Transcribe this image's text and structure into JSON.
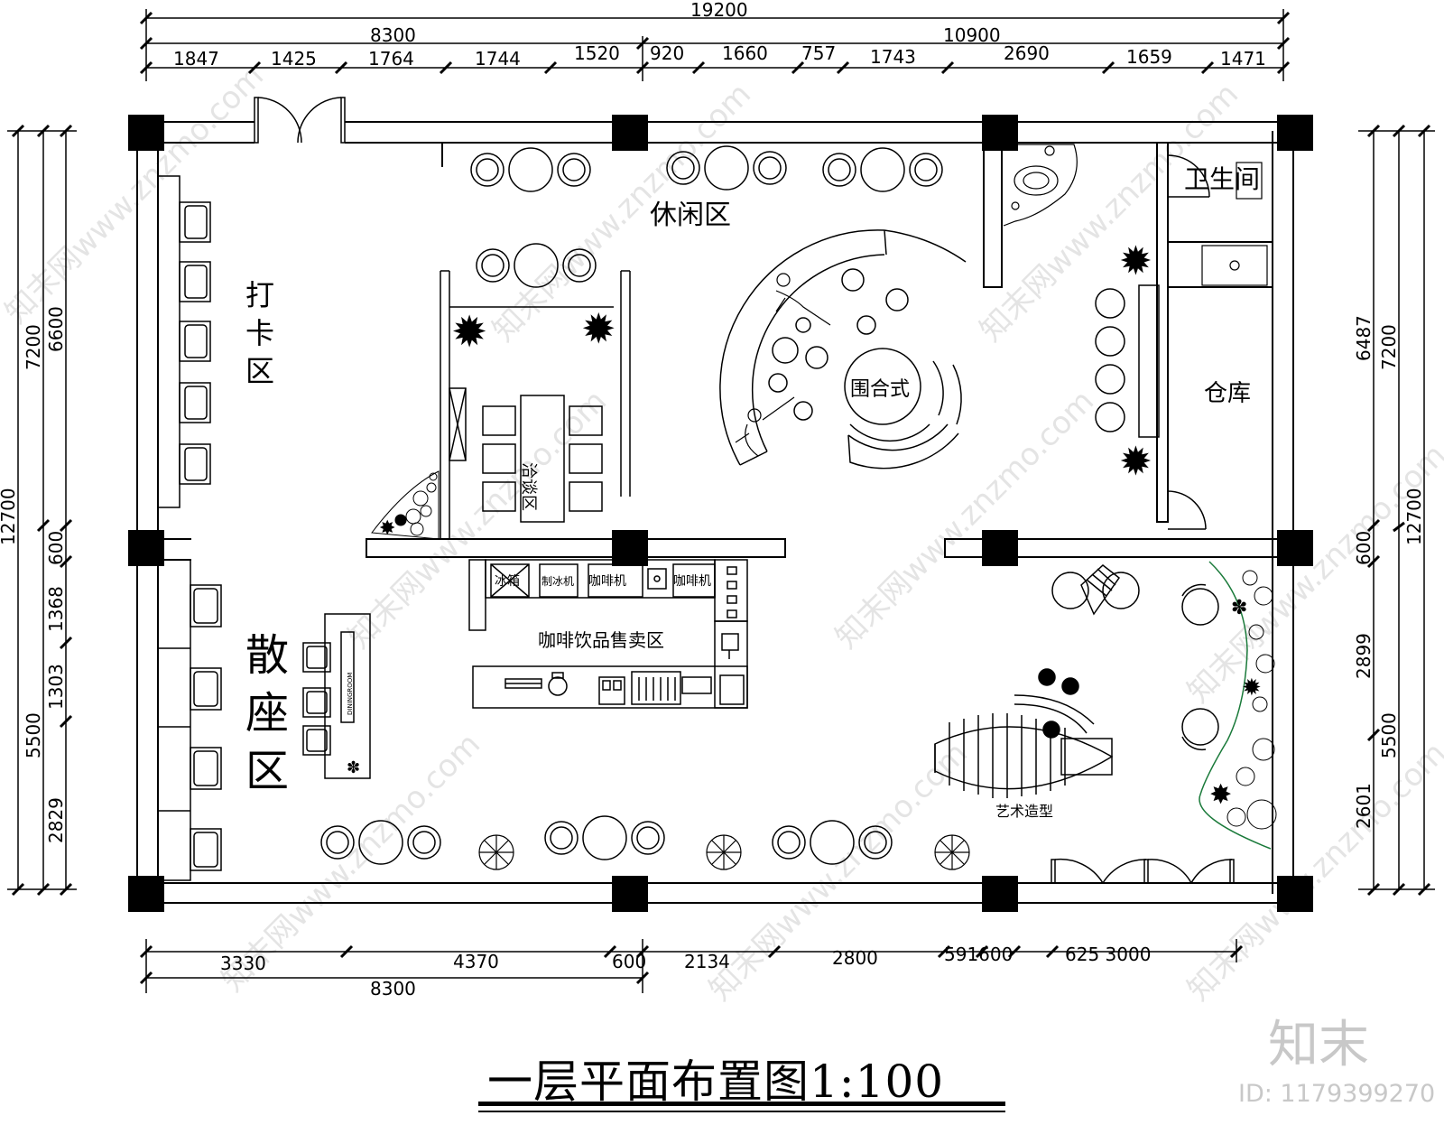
{
  "drawing": {
    "title": "一层平面布置图1:100",
    "brand": "知末",
    "brand_id": "ID: 1179399270"
  },
  "dims": {
    "top_total": "19200",
    "top_left": "8300",
    "top_right": "10900",
    "top_segments": [
      "1847",
      "1425",
      "1764",
      "1744",
      "1520",
      "920",
      "1660",
      "757",
      "1743",
      "2690",
      "1659",
      "1471"
    ],
    "left_total": "12700",
    "left_upper": "7200",
    "left_upper_inner": "6600",
    "left_lower": "5500",
    "left_segments": [
      "600",
      "1368",
      "1303",
      "2829"
    ],
    "right_total": "12700",
    "right_upper": "7200",
    "right_upper_inner": "6487",
    "right_lower": "5500",
    "right_segments": [
      "600",
      "2899",
      "2601"
    ],
    "bottom_segments": [
      "3330",
      "4370",
      "600",
      "2134",
      "2800",
      "591600",
      "625 3000"
    ],
    "bottom_total": "8300"
  },
  "zones": {
    "leisure": "休闲区",
    "checkin": [
      "打",
      "卡",
      "区"
    ],
    "seating": [
      "散",
      "座",
      "区"
    ],
    "negotiation": "洽谈区",
    "enclosed": "围合式",
    "restroom": "卫生间",
    "storage": "仓库",
    "coffee_sales": "咖啡饮品售卖区",
    "art": "艺术造型"
  },
  "equipment": {
    "fridge": "冰箱",
    "ice_machine": "制冰机",
    "coffee_machine_1": "咖啡机",
    "coffee_machine_2": "咖啡机",
    "dining_sign": "DININGROOM"
  },
  "watermarks": [
    "知末网www.znzmo.com"
  ]
}
